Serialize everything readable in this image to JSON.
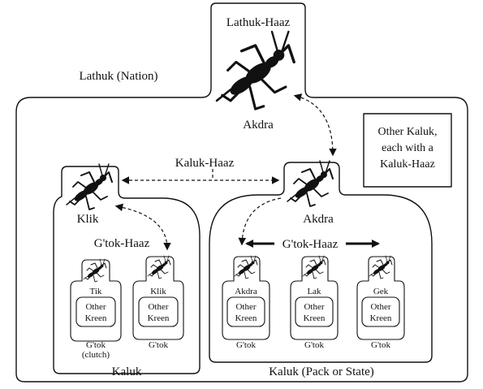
{
  "title_box": {
    "label": "Lathuk-Haaz",
    "leader": "Akdra"
  },
  "nation_label": "Lathuk (Nation)",
  "other_kaluk_note": [
    "Other Kaluk,",
    "each with a",
    "Kaluk-Haaz"
  ],
  "kaluk_haaz_label": "Kaluk-Haaz",
  "left_kaluk": {
    "leader": "Klik",
    "gtok_haaz_label": "G'tok-Haaz",
    "footer": "Kaluk",
    "gtoks": [
      {
        "name": "Tik",
        "other": [
          "Other",
          "Kreen"
        ],
        "caption": "G'tok",
        "caption2": "(clutch)"
      },
      {
        "name": "Klik",
        "other": [
          "Other",
          "Kreen"
        ],
        "caption": "G'tok",
        "caption2": ""
      }
    ]
  },
  "right_kaluk": {
    "leader": "Akdra",
    "gtok_haaz_label": "G'tok-Haaz",
    "footer": "Kaluk (Pack or State)",
    "gtoks": [
      {
        "name": "Akdra",
        "other": [
          "Other",
          "Kreen"
        ],
        "caption": "G'tok",
        "caption2": ""
      },
      {
        "name": "Lak",
        "other": [
          "Other",
          "Kreen"
        ],
        "caption": "G'tok",
        "caption2": ""
      },
      {
        "name": "Gek",
        "other": [
          "Other",
          "Kreen"
        ],
        "caption": "G'tok",
        "caption2": ""
      }
    ]
  }
}
